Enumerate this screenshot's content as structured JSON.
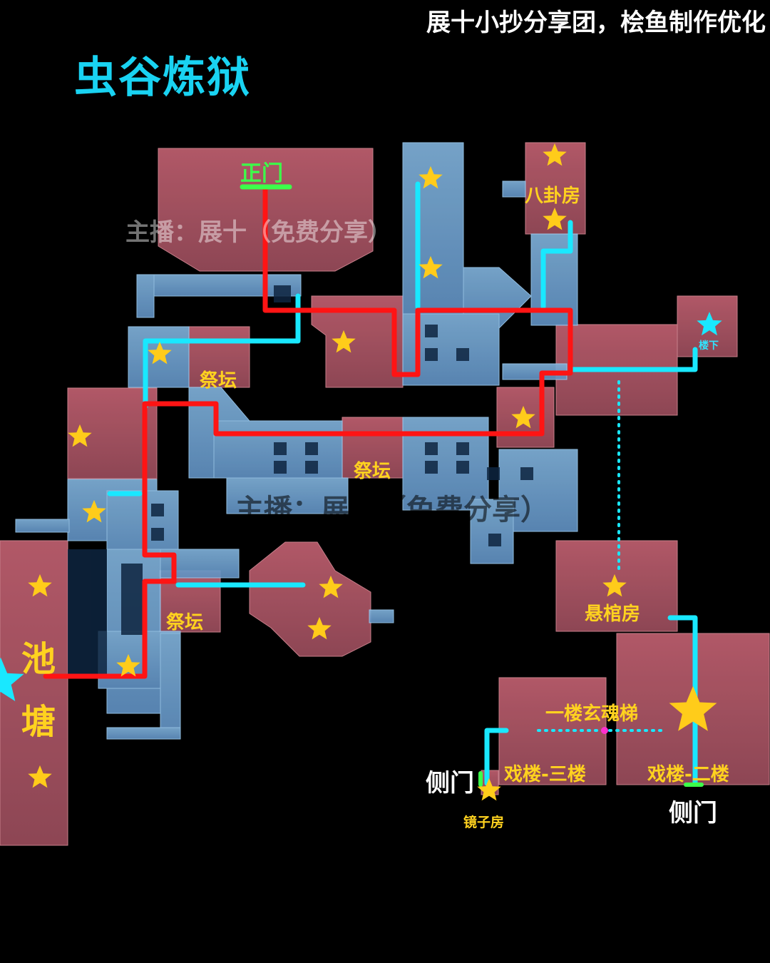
{
  "credit": "展十小抄分享团，桧鱼制作优化",
  "title": "虫谷炼狱",
  "watermarks": [
    "主播：展十（免费分享）",
    "主播：展十（免费分享）"
  ],
  "labels": {
    "main_gate": "正门",
    "bagua_room": "八卦房",
    "downstairs": "楼下",
    "altar_top": "祭坛",
    "altar_mid": "祭坛",
    "altar_low": "祭坛",
    "pond_1": "池",
    "pond_2": "塘",
    "coffin_room": "悬棺房",
    "soul_stairs": "一楼玄魂梯",
    "theater_3f": "戏楼-三楼",
    "theater_2f": "戏楼-二楼",
    "side_door_left": "侧门",
    "side_door_right": "侧门",
    "mirror_room": "镜子房"
  },
  "colors": {
    "title": "#19d3f2",
    "route_main": "#ff1414",
    "route_branch": "#19e8ff",
    "star": "#ffcc1a",
    "label": "#ffd21f",
    "door": "#3cff4a",
    "room_red": "#b05a66",
    "room_blue": "#6f9cc8"
  },
  "legend_icons": [
    "star-icon",
    "cyan-star-icon",
    "door-marker"
  ]
}
